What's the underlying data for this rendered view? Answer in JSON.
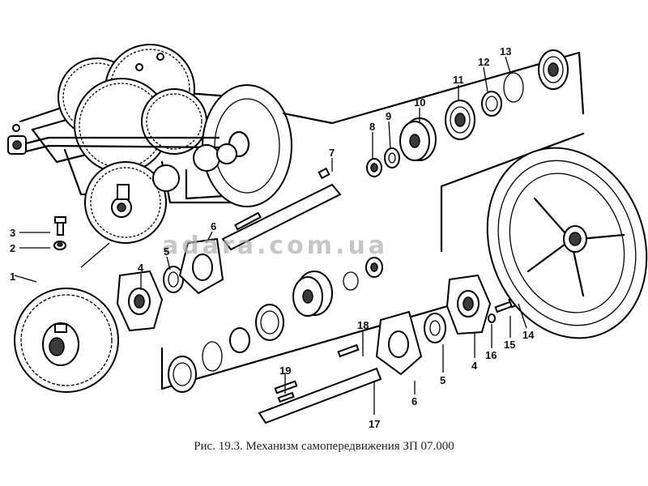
{
  "caption": "Рис. 19.3. Механизм самопередвижения ЗП 07.000",
  "watermark": "adara.com.ua",
  "callouts": {
    "n1": "1",
    "n2": "2",
    "n3": "3",
    "n4a": "4",
    "n4b": "4",
    "n5a": "5",
    "n5b": "5",
    "n6a": "6",
    "n6b": "6",
    "n7": "7",
    "n8": "8",
    "n9": "9",
    "n10": "10",
    "n11": "11",
    "n12": "12",
    "n13": "13",
    "n14": "14",
    "n15": "15",
    "n16": "16",
    "n17": "17",
    "n18": "18",
    "n19": "19"
  },
  "colors": {
    "ink": "#000000",
    "paper": "#ffffff",
    "watermark": "#b3b3b3"
  }
}
